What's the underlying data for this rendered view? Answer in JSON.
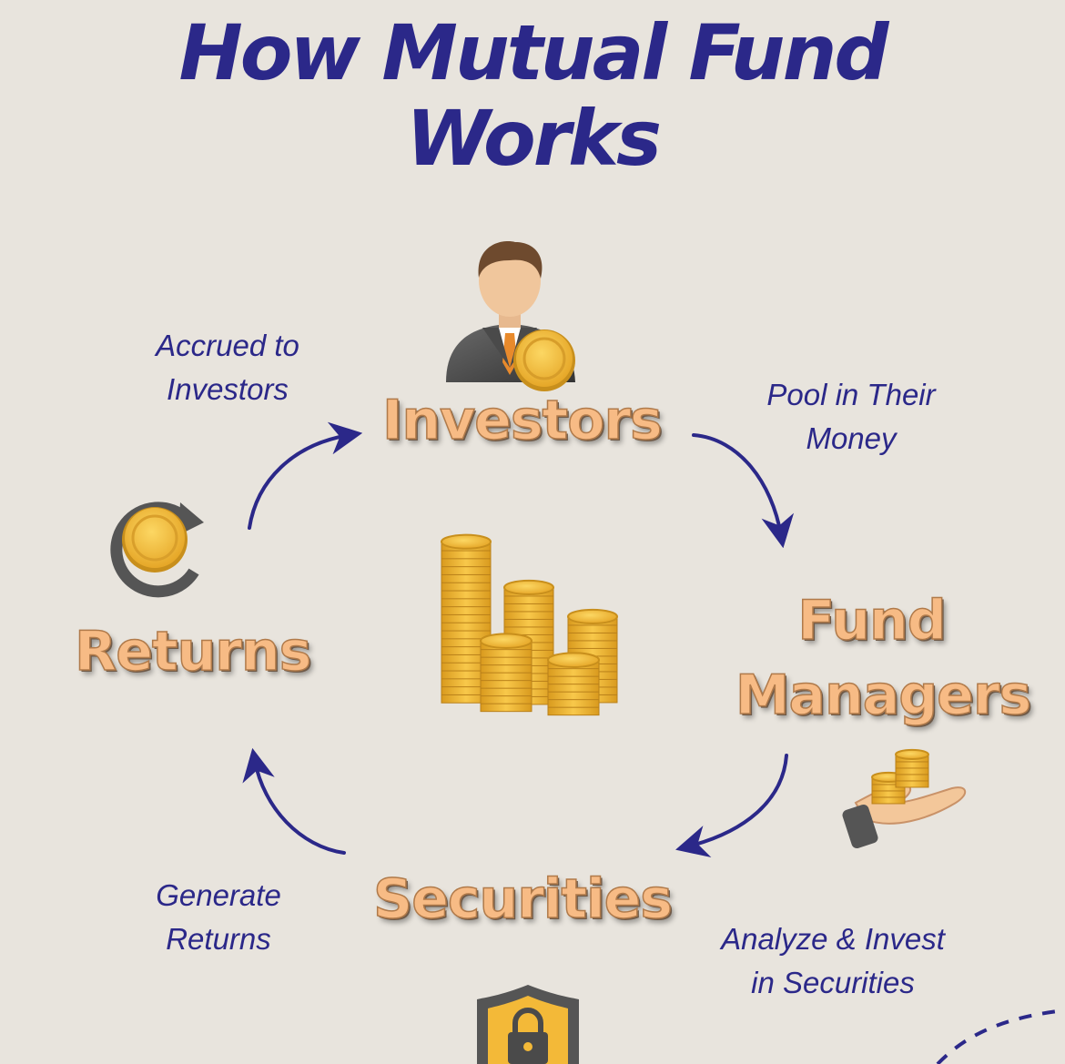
{
  "title": {
    "line1": "How Mutual Fund",
    "line2": "Works"
  },
  "nodes": {
    "investors": "Investors",
    "fund_managers": {
      "line1": "Fund",
      "line2": "Managers"
    },
    "securities": "Securities",
    "returns": "Returns"
  },
  "edges": {
    "investors_to_managers": {
      "line1": "Pool in Their",
      "line2": "Money"
    },
    "managers_to_securities": {
      "line1": "Analyze & Invest",
      "line2": "in Securities"
    },
    "securities_to_returns": {
      "line1": "Generate",
      "line2": "Returns"
    },
    "returns_to_investors": {
      "line1": "Accrued to",
      "line2": "Investors"
    }
  },
  "icons": {
    "investor": "businessman-with-coin-icon",
    "center": "coin-stacks-icon",
    "returns": "coin-refresh-icon",
    "managers": "hand-holding-coins-icon",
    "securities": "shield-lock-icon"
  },
  "colors": {
    "background": "#e8e4dd",
    "title": "#2b2889",
    "node_text": "#f7bb85",
    "arrow": "#2b2889",
    "coin": "#f3b938"
  }
}
